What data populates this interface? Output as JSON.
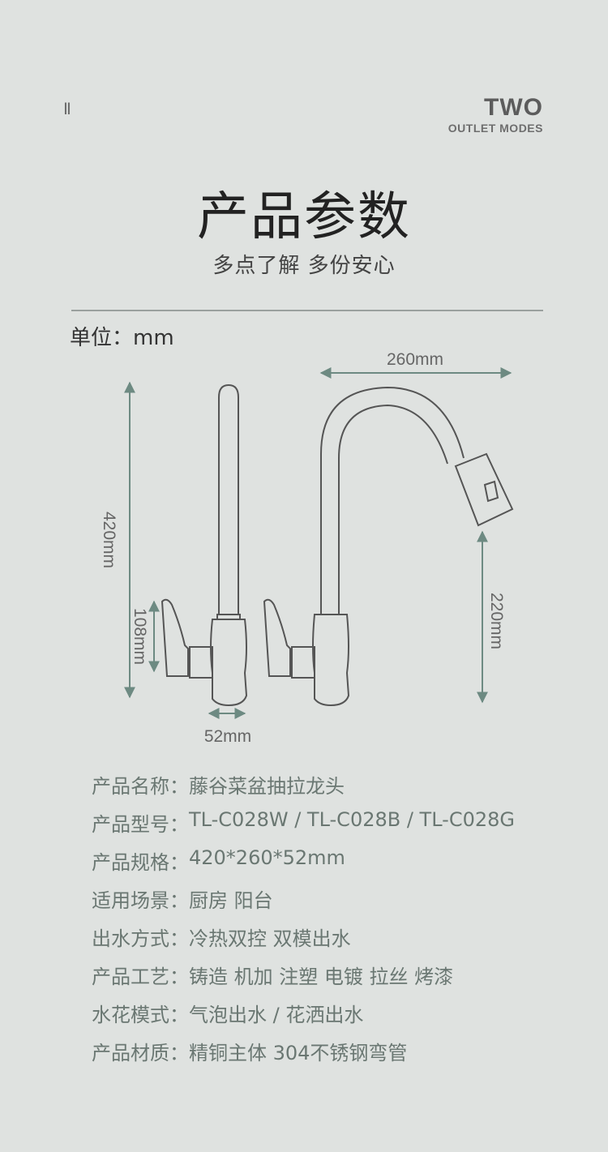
{
  "header": {
    "roman_mark": "Ⅱ",
    "brand_main": "TWO",
    "brand_sub": "OUTLET MODES"
  },
  "title": "产品参数",
  "subtitle": "多点了解 多份安心",
  "unit_label": "单位：mm",
  "dimensions": {
    "width_top": "260mm",
    "height_total": "420mm",
    "height_handle": "108mm",
    "base_width": "52mm",
    "outlet_height": "220mm"
  },
  "colors": {
    "background": "#dfe2e0",
    "dimension_line": "#6d8a82",
    "outline": "#555555"
  },
  "specs": [
    {
      "label": "产品名称：",
      "value": "藤谷菜盆抽拉龙头"
    },
    {
      "label": "产品型号：",
      "value": "TL-C028W / TL-C028B / TL-C028G"
    },
    {
      "label": "产品规格：",
      "value": "420*260*52mm"
    },
    {
      "label": "适用场景：",
      "value": "厨房 阳台"
    },
    {
      "label": "出水方式：",
      "value": "冷热双控 双模出水"
    },
    {
      "label": "产品工艺：",
      "value": "铸造 机加 注塑 电镀 拉丝 烤漆"
    },
    {
      "label": "水花模式：",
      "value": "气泡出水 / 花洒出水"
    },
    {
      "label": "产品材质：",
      "value": "精铜主体 304不锈钢弯管"
    }
  ]
}
